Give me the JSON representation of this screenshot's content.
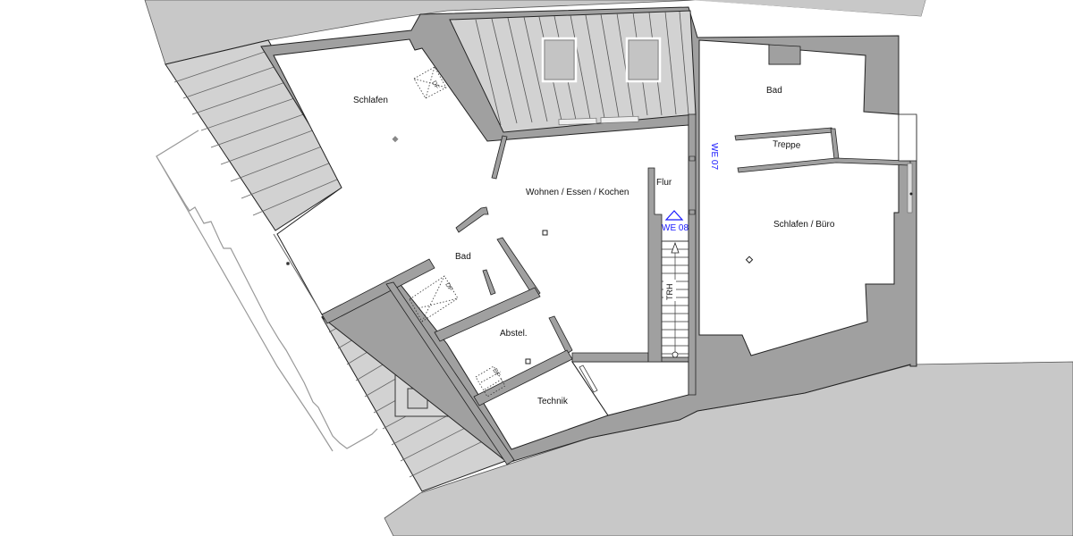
{
  "plan": {
    "type": "architectural-floor-plan",
    "colors": {
      "background": "#ffffff",
      "neighbor_fill": "#c8c8c8",
      "wall_fill": "#a0a0a0",
      "roof_fill": "#d2d2d2",
      "line": "#222222",
      "outline_gray": "#9a9a9a",
      "unit_label": "#1a1aff"
    },
    "rooms": [
      {
        "id": "schlafen",
        "label": "Schlafen"
      },
      {
        "id": "wohnen",
        "label": "Wohnen / Essen / Kochen"
      },
      {
        "id": "flur",
        "label": "Flur"
      },
      {
        "id": "bad-left",
        "label": "Bad"
      },
      {
        "id": "abstell",
        "label": "Abstel."
      },
      {
        "id": "technik",
        "label": "Technik"
      },
      {
        "id": "bad-right",
        "label": "Bad"
      },
      {
        "id": "treppe",
        "label": "Treppe"
      },
      {
        "id": "schlafen-buero",
        "label": "Schlafen / Büro"
      }
    ],
    "units": [
      {
        "id": "we08",
        "label": "WE 08"
      },
      {
        "id": "we07",
        "label": "WE 07"
      }
    ],
    "annotations": {
      "skylight": "DF",
      "stair": "TRH"
    }
  }
}
